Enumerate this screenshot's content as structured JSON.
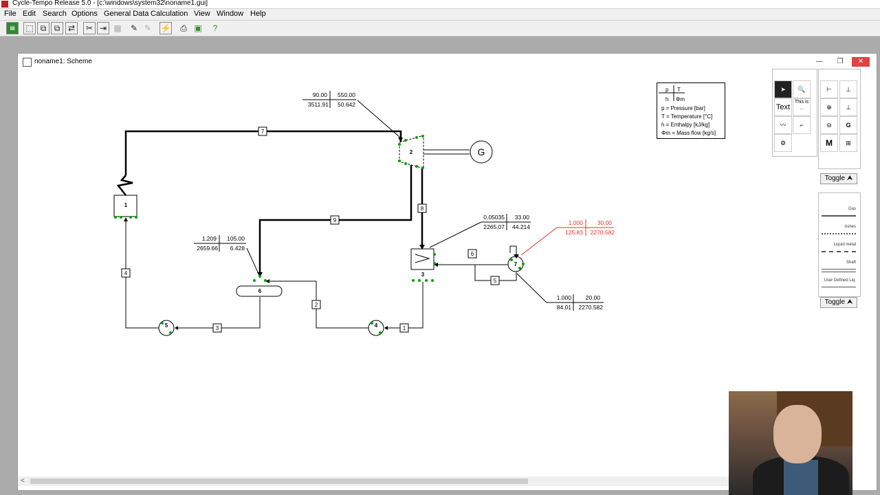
{
  "app_title": "Cycle-Tempo Release 5.0 - [c:\\windows\\system32\\noname1.gui]",
  "menu": [
    "File",
    "Edit",
    "Search",
    "Options",
    "General Data",
    "Calculation",
    "View",
    "Window",
    "Help"
  ],
  "toolbar_icons": [
    "new-icon",
    "open-icon",
    "save-icon",
    "export-icon",
    "cut-icon",
    "delete-icon",
    "copy-icon",
    "select-icon",
    "draw-icon",
    "calculate-icon",
    "print-icon",
    "view-icon",
    "help-icon"
  ],
  "child_window": {
    "title": "noname1: Scheme",
    "buttons": [
      "—",
      "❐",
      "✕"
    ]
  },
  "scheme": {
    "apparatus": [
      "1",
      "2",
      "3",
      "4",
      "5",
      "6",
      "7"
    ],
    "pipes": [
      "1",
      "2",
      "3",
      "4",
      "5",
      "6",
      "7",
      "8",
      "9"
    ],
    "generator_label": "G",
    "values": {
      "top_p": "90.00",
      "top_T": "550.00",
      "top_h": "3511.91",
      "top_m": "50.642",
      "cond_p": "0.05035",
      "cond_T": "33.00",
      "cond_h": "2265.07",
      "cond_m": "44.214",
      "red_p": "1.000",
      "red_T": "30.00",
      "red_h": "125.83",
      "red_m": "2270.582",
      "cw_p": "1.000",
      "cw_T": "20.00",
      "cw_h": "84.01",
      "cw_m": "2270.582",
      "deaer_p": "1.209",
      "deaer_T": "105.00",
      "deaer_h": "2659.66",
      "deaer_m": "6.428"
    },
    "colors": {
      "red": "#e03030",
      "node": "#00a000",
      "line": "#000000"
    }
  },
  "legend": {
    "p_label": "p",
    "T_label": "T",
    "h_label": "h",
    "m_label": "Φm",
    "lines": [
      "p = Pressure [bar]",
      "T = Temperature [°C]",
      "h = Enthalpy [kJ/kg]",
      "Φm = Mass flow [kg/s]"
    ]
  },
  "palette_apparatus": {
    "buttons": [
      "",
      "",
      "Text",
      "This is ...",
      "",
      "",
      "",
      "",
      "M",
      ""
    ],
    "toggle": "Toggle ⮝"
  },
  "palette_pipes": {
    "items": [
      "Gas",
      "Ashes",
      "Liquid metal",
      "Shaft",
      "User Defined Liq."
    ],
    "toggle": "Toggle ⮝"
  },
  "scrollbar_arrow": "<"
}
